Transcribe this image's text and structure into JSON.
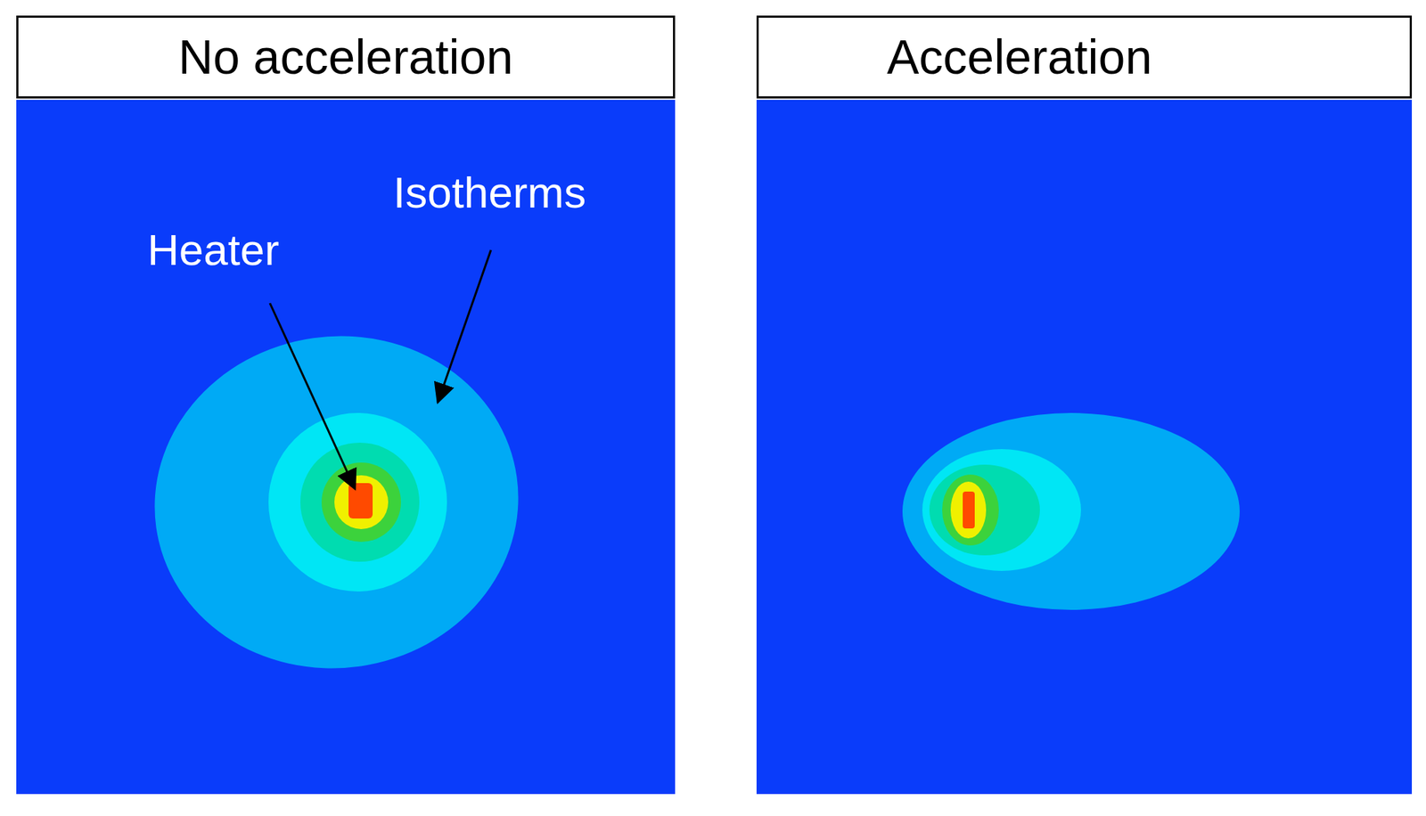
{
  "diagram": {
    "nodes": [
      {
        "text": [
          "No acceleration"
        ]
      },
      {
        "text": [
          "Acceleration"
        ]
      }
    ],
    "labels": [
      "Isotherms",
      "Heater"
    ]
  }
}
